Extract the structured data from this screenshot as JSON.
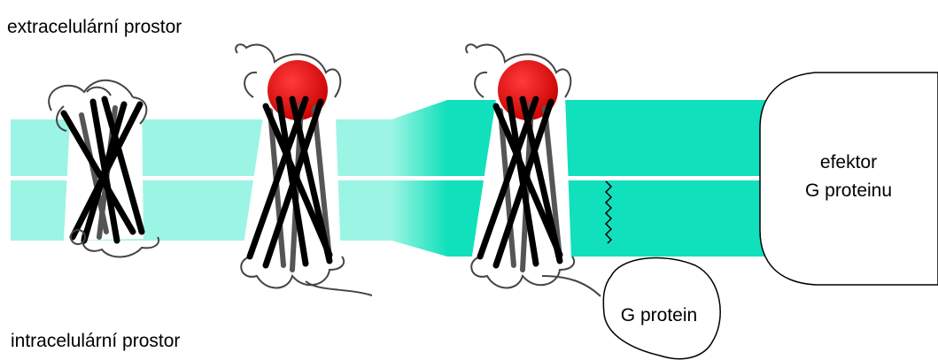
{
  "labels": {
    "extracellular": "extracelulární prostor",
    "intracellular": "intracelulární prostor",
    "effector_line1": "efektor",
    "effector_line2": "G proteinu",
    "g_protein": "G protein"
  },
  "colors": {
    "membrane_light": "#9cf5e4",
    "membrane_dark": "#10e0bc",
    "ligand": "#e80000",
    "helix": "#000000",
    "helix_back": "#555555"
  }
}
